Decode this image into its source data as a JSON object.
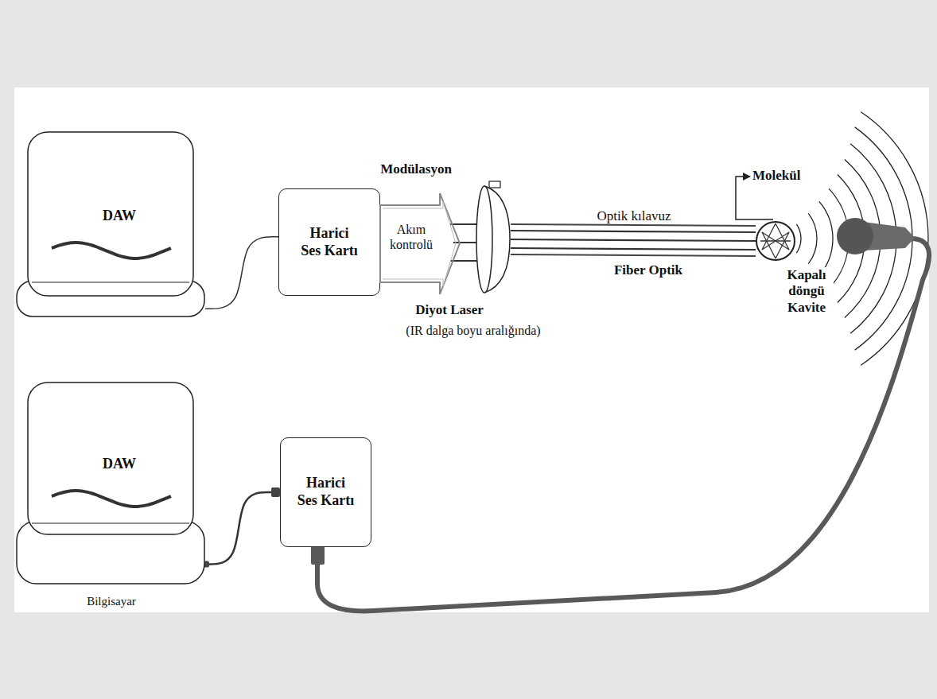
{
  "diagram": {
    "nodes": [
      {
        "text": [
          "DAW"
        ]
      },
      {
        "text": [
          "Harici Ses Kartı"
        ]
      },
      {
        "text": [
          "Modülasyon",
          "Akım kontrolü"
        ]
      },
      {
        "text": [
          "Diyot Laser",
          "(IR dalga boyu aralığında)"
        ]
      },
      {
        "text": [
          "Kapalı döngü Kavite"
        ]
      },
      {
        "text": [
          "DAW"
        ]
      },
      {
        "text": [
          "Harici Ses Kartı"
        ]
      }
    ],
    "edges": [
      {
        "from": 0,
        "to": 1,
        "arrow": "none"
      },
      {
        "from": 3,
        "to": 4,
        "arrow": "none"
      },
      {
        "from": 5,
        "to": 6,
        "arrow": "none"
      }
    ],
    "labels": [
      "Optik kılavuz",
      "Fiber Optik",
      "Molekül",
      "Bilgisayar"
    ]
  }
}
